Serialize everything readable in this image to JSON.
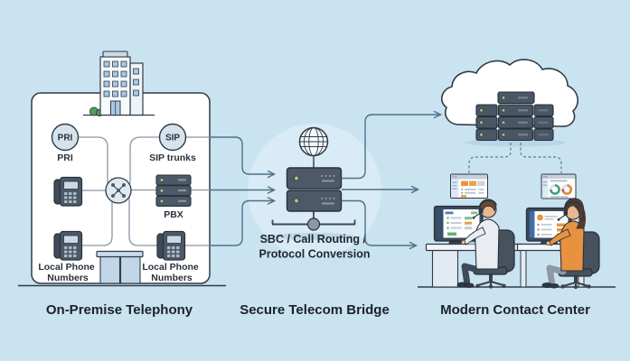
{
  "colors": {
    "background": "#cae3f1",
    "panel": "#ffffff",
    "outline": "#2f3b47",
    "device_dark": "#4d5967",
    "led_green": "#9ccb8a",
    "connector_gray": "#8a98a6",
    "arrow_blue": "#4f7088",
    "accent_orange": "#e8953f",
    "text": "#1b2129"
  },
  "on_premise": {
    "caption": "On-Premise Telephony",
    "pri_badge": "PRI",
    "pri_label": "PRI",
    "sip_badge": "SIP",
    "sip_label": "SIP trunks",
    "pbx_label": "PBX",
    "local_numbers_line1": "Local Phone",
    "local_numbers_line2": "Numbers"
  },
  "bridge": {
    "caption": "Secure Telecom Bridge",
    "function_line1": "SBC / Call Routing /",
    "function_line2": "Protocol Conversion"
  },
  "contact_center": {
    "caption": "Modern Contact Center"
  },
  "icons": {
    "building": "office-building",
    "pri_trunk": "pri-circle-badge",
    "sip_trunk": "sip-circle-badge",
    "desk_phone": "desk-phone",
    "pbx": "server-rack",
    "hub": "network-switch-hub",
    "globe": "internet-globe",
    "sbc_server": "sbc-server-rack",
    "cloud": "cloud-platform",
    "cloud_servers": "cloud-server-stack",
    "dashboard": "analytics-window",
    "agent": "headset-agent"
  }
}
